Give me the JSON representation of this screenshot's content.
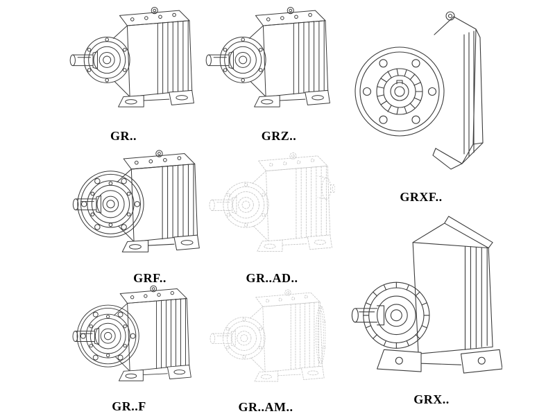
{
  "page": {
    "background": "#ffffff"
  },
  "colors": {
    "line": "#3a3a3a",
    "ghost": "#c7c7c7",
    "label": "#000000"
  },
  "items": [
    {
      "id": "gr",
      "label": "GR.."
    },
    {
      "id": "grz",
      "label": "GRZ.."
    },
    {
      "id": "grxf",
      "label": "GRXF.."
    },
    {
      "id": "grf",
      "label": "GRF.."
    },
    {
      "id": "gr-ad",
      "label": "GR..AD.."
    },
    {
      "id": "gr-f",
      "label": "GR..F"
    },
    {
      "id": "gr-am",
      "label": "GR..AM.."
    },
    {
      "id": "grx",
      "label": "GRX.."
    }
  ]
}
